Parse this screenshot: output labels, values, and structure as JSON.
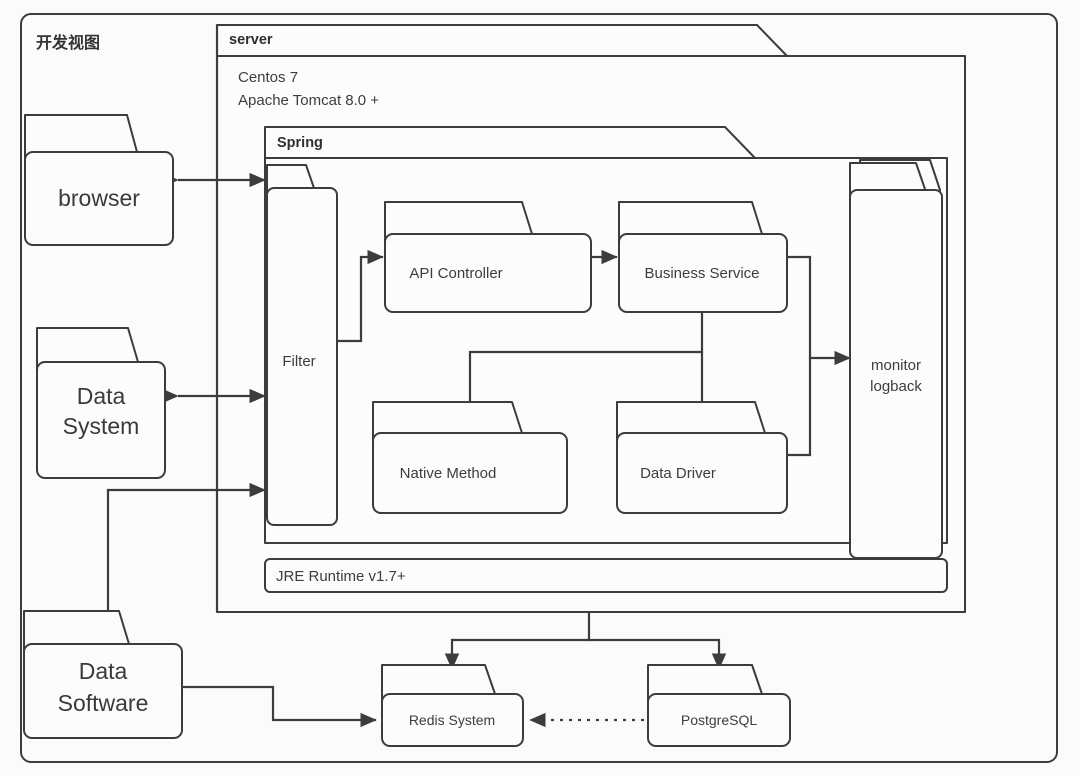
{
  "diagram": {
    "title": "开发视图",
    "outer_frame_label": "开发视图",
    "line_color": "#3c3c3c",
    "fill_color": "#fcfcfc",
    "background": "#fbfbfb"
  },
  "packages": {
    "server": {
      "title": "server",
      "lines": [
        "Centos 7",
        "Apache Tomcat 8.0 +"
      ]
    },
    "spring": {
      "title": "Spring"
    },
    "jre": {
      "label": "JRE Runtime v1.7+"
    }
  },
  "nodes": {
    "browser": {
      "label": "browser"
    },
    "data_system": {
      "label": "Data\nSystem",
      "line1": "Data",
      "line2": "System"
    },
    "data_software": {
      "label": "Data\nSoftware",
      "line1": "Data",
      "line2": "Software"
    },
    "filter": {
      "label": "Filter"
    },
    "api_controller": {
      "label": "API Controller"
    },
    "business_service": {
      "label": "Business Service"
    },
    "native_method": {
      "label": "Native Method"
    },
    "data_driver": {
      "label": "Data Driver"
    },
    "monitor": {
      "label": "monitor\nlogback",
      "line1": "monitor",
      "line2": "logback"
    },
    "redis": {
      "label": "Redis System"
    },
    "postgresql": {
      "label": "PostgreSQL"
    }
  },
  "connections": [
    {
      "from": "browser",
      "to": "filter",
      "kind": "bidirectional"
    },
    {
      "from": "data_system",
      "to": "filter",
      "kind": "bidirectional"
    },
    {
      "from": "data_software",
      "to": "filter",
      "kind": "directed"
    },
    {
      "from": "filter",
      "to": "api_controller",
      "kind": "directed"
    },
    {
      "from": "api_controller",
      "to": "business_service",
      "kind": "directed"
    },
    {
      "from": "business_service",
      "to": "native_method",
      "kind": "directed"
    },
    {
      "from": "business_service",
      "to": "data_driver",
      "kind": "directed"
    },
    {
      "from": "business_service",
      "to": "monitor",
      "kind": "directed"
    },
    {
      "from": "data_driver",
      "to": "monitor",
      "kind": "directed"
    },
    {
      "from": "server",
      "to": "redis",
      "kind": "directed"
    },
    {
      "from": "server",
      "to": "postgresql",
      "kind": "directed"
    },
    {
      "from": "data_software",
      "to": "redis",
      "kind": "directed"
    },
    {
      "from": "postgresql",
      "to": "redis",
      "kind": "dotted"
    }
  ]
}
